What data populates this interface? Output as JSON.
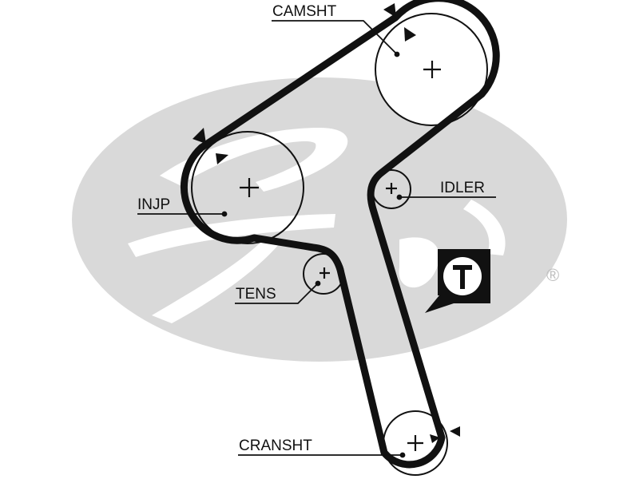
{
  "title": "Timing belt routing diagram",
  "brand": {
    "name": "Gates",
    "registered_mark": "®",
    "logo_color": "#d9d9d9"
  },
  "colors": {
    "belt": "#111111",
    "pulley_outline": "#111111",
    "background": "#ffffff"
  },
  "components": [
    {
      "id": "camshaft",
      "label": "CAMSHT",
      "type": "sprocket",
      "timing_marks": true
    },
    {
      "id": "injection_pump",
      "label": "INJP",
      "type": "sprocket",
      "timing_marks": true
    },
    {
      "id": "idler",
      "label": "IDLER",
      "type": "idler"
    },
    {
      "id": "tensioner",
      "label": "TENS",
      "type": "tensioner"
    },
    {
      "id": "crankshaft",
      "label": "CRANSHT",
      "type": "sprocket",
      "timing_marks": true
    }
  ],
  "tension_badge": {
    "letter": "T",
    "meaning": "tensioner"
  }
}
